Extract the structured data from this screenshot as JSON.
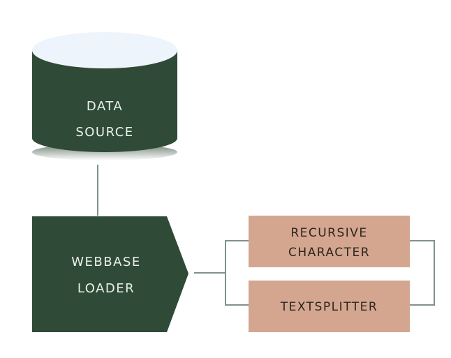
{
  "diagram": {
    "nodes": [
      {
        "id": "data-source",
        "shape": "cylinder",
        "lines": [
          "DATA",
          "SOURCE"
        ]
      },
      {
        "id": "webbase-loader",
        "shape": "pentagon-arrow",
        "lines": [
          "WEBBASE",
          "LOADER"
        ]
      },
      {
        "id": "recursive-character",
        "shape": "rectangle",
        "lines": [
          "RECURSIVE",
          "CHARACTER"
        ]
      },
      {
        "id": "textsplitter",
        "shape": "rectangle",
        "lines": [
          "TEXTSPLITTER"
        ]
      }
    ],
    "edges": [
      {
        "from": "data-source",
        "to": "webbase-loader"
      },
      {
        "from": "webbase-loader",
        "to": "recursive-character"
      },
      {
        "from": "webbase-loader",
        "to": "textsplitter"
      }
    ],
    "colors": {
      "dark_green": "#2f4a37",
      "cylinder_top": "#eef4fb",
      "tan": "#d4a68f",
      "connector": "#7f9287"
    }
  }
}
